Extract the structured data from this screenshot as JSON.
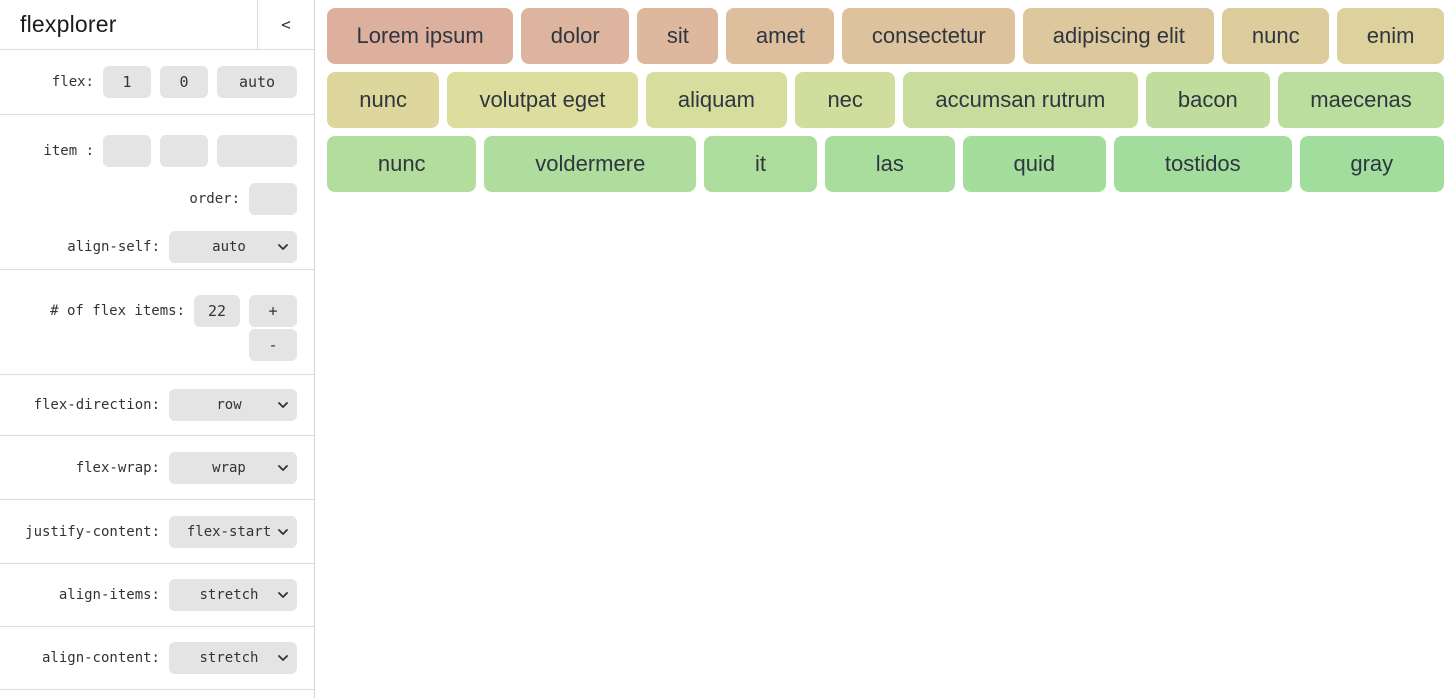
{
  "app": {
    "title": "flexplorer",
    "collapse_button": "<"
  },
  "sidebar": {
    "flex": {
      "label": "flex:",
      "grow": "1",
      "shrink": "0",
      "basis": "auto"
    },
    "item": {
      "label": "item :",
      "grow": "",
      "shrink": "",
      "basis": ""
    },
    "order": {
      "label": "order:",
      "value": ""
    },
    "align_self": {
      "label": "align-self:",
      "value": "auto"
    },
    "count": {
      "label": "# of flex items:",
      "value": "22",
      "increment_label": "+",
      "decrement_label": "-"
    },
    "flex_direction": {
      "label": "flex-direction:",
      "value": "row"
    },
    "flex_wrap": {
      "label": "flex-wrap:",
      "value": "wrap"
    },
    "justify_content": {
      "label": "justify-content:",
      "value": "flex-start"
    },
    "align_items": {
      "label": "align-items:",
      "value": "stretch"
    },
    "align_content": {
      "label": "align-content:",
      "value": "stretch"
    }
  },
  "flex_rows": [
    [
      {
        "label": "Lorem ipsum",
        "color": "hsl(17, 48%, 74%)"
      },
      {
        "label": "dolor",
        "color": "hsl(22, 48%, 74%)"
      },
      {
        "label": "sit",
        "color": "hsl(26, 48%, 74%)"
      },
      {
        "label": "amet",
        "color": "hsl(31, 48%, 74%)"
      },
      {
        "label": "consectetur",
        "color": "hsl(36, 48%, 74%)"
      },
      {
        "label": "adipiscing elit",
        "color": "hsl(40, 48%, 74%)"
      },
      {
        "label": "nunc",
        "color": "hsl(45, 48%, 74%)"
      },
      {
        "label": "enim",
        "color": "hsl(50, 48%, 74%)"
      }
    ],
    [
      {
        "label": "nunc",
        "color": "hsl(55, 48%, 74%)"
      },
      {
        "label": "volutpat eget",
        "color": "hsl(60, 48%, 74%)"
      },
      {
        "label": "aliquam",
        "color": "hsl(65, 48%, 74%)"
      },
      {
        "label": "nec",
        "color": "hsl(72, 48%, 74%)"
      },
      {
        "label": "accumsan rutrum",
        "color": "hsl(79, 48%, 74%)"
      },
      {
        "label": "bacon",
        "color": "hsl(86, 48%, 74%)"
      },
      {
        "label": "maecenas",
        "color": "hsl(92, 48%, 74%)"
      }
    ],
    [
      {
        "label": "nunc",
        "color": "hsl(99, 48%, 74%)"
      },
      {
        "label": "voldermere",
        "color": "hsl(103, 48%, 74%)"
      },
      {
        "label": "it",
        "color": "hsl(106, 48%, 74%)"
      },
      {
        "label": "las",
        "color": "hsl(109, 48%, 74%)"
      },
      {
        "label": "quid",
        "color": "hsl(112, 48%, 74%)"
      },
      {
        "label": "tostidos",
        "color": "hsl(114, 48%, 74%)"
      },
      {
        "label": "gray",
        "color": "hsl(116, 48%, 74%)"
      }
    ]
  ],
  "colors": {
    "control_bg": "#e4e4e4",
    "divider": "#dcdcdc",
    "sidebar_border": "#d4d4d4",
    "item_text": "#2f3640",
    "label_text": "#333333"
  }
}
